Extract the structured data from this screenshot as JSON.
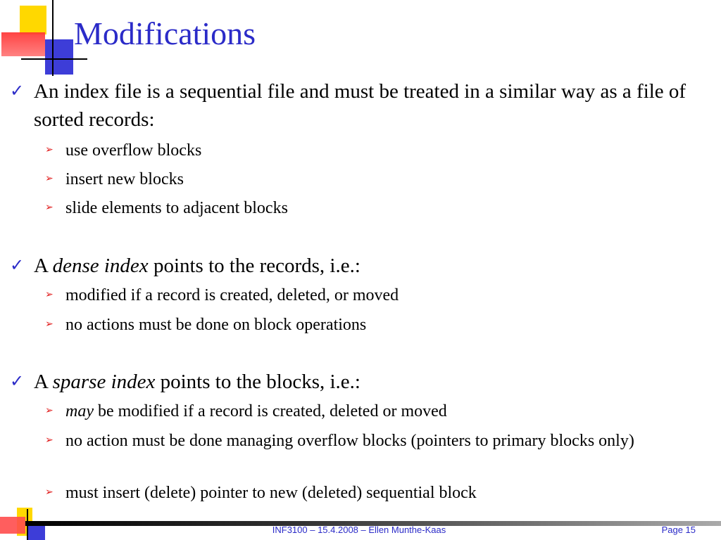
{
  "title": "Modifications",
  "colors": {
    "title": "#2b2bc8",
    "bullet_check": "#2b2bc8",
    "bullet_arrow": "#e01818",
    "deco_yellow": "#ffd800",
    "deco_red": "#ff3333",
    "deco_blue": "#3d3dd8"
  },
  "icons": {
    "level1": "checkmark-icon",
    "level2": "arrowhead-icon"
  },
  "bullets": [
    {
      "text": "An index file is a sequential file and must be treated in a similar way as a file of sorted records:",
      "sub": [
        "use overflow blocks",
        "insert new blocks",
        "slide elements to adjacent blocks"
      ]
    },
    {
      "pre": "A ",
      "em": "dense index",
      "post": " points to the records, i.e.:",
      "sub": [
        "modified if a record is created, deleted, or moved",
        "no actions must be done on block operations"
      ]
    },
    {
      "pre": "A ",
      "em": "sparse index",
      "post": " points to the blocks, i.e.:",
      "sub": [
        {
          "em": "may",
          "post": " be modified if a record is created, deleted or moved"
        },
        "no action must be done managing overflow blocks (pointers to primary blocks only)",
        "must insert (delete) pointer to new (deleted) sequential block"
      ]
    }
  ],
  "footer": {
    "center": "INF3100 – 15.4.2008 – Ellen Munthe-Kaas",
    "page": "Page 15"
  },
  "glyphs": {
    "check": "✓",
    "arrow": "➢"
  }
}
